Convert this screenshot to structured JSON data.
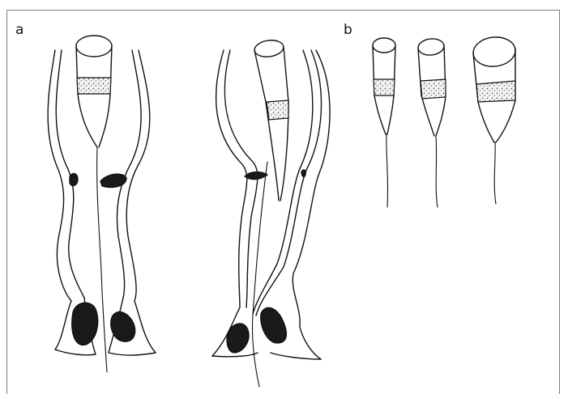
{
  "figure": {
    "panels": [
      {
        "id": "a",
        "label": "a"
      },
      {
        "id": "b",
        "label": "b"
      }
    ]
  },
  "colors": {
    "line": "#111111",
    "frame": "#7d7d7d",
    "background": "#ffffff"
  }
}
